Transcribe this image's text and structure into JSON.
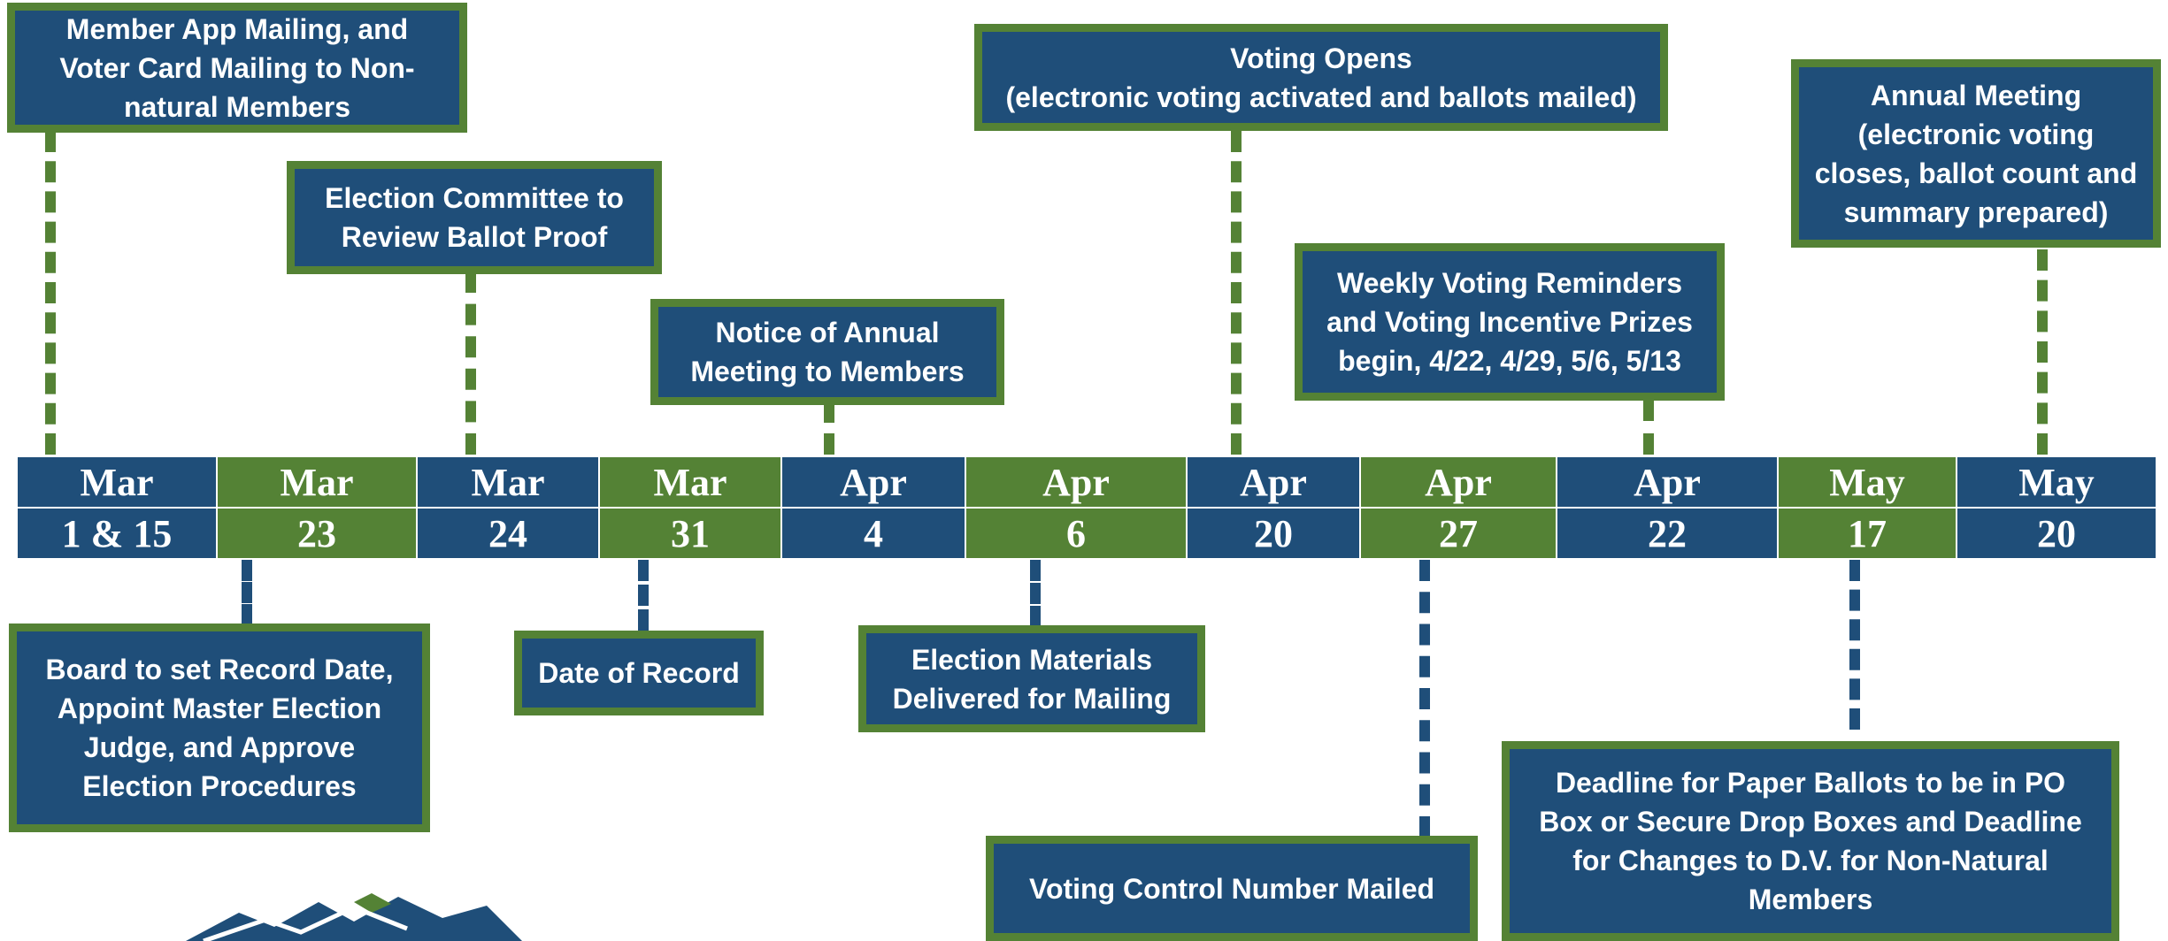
{
  "timeline": {
    "months": [
      "Mar",
      "Mar",
      "Mar",
      "Mar",
      "Apr",
      "Apr",
      "Apr",
      "Apr",
      "Apr",
      "May",
      "May"
    ],
    "days": [
      "1 & 15",
      "23",
      "24",
      "31",
      "4",
      "6",
      "20",
      "27",
      "22",
      "17",
      "20"
    ]
  },
  "events_above": [
    {
      "label": "Member App Mailing, and\nVoter Card Mailing to Non-\nnatural Members"
    },
    {
      "label": "Election Committee to\nReview Ballot Proof"
    },
    {
      "label": "Notice of Annual\nMeeting to Members"
    },
    {
      "label": "Voting Opens\n(electronic voting activated and ballots mailed)"
    },
    {
      "label": "Weekly Voting Reminders\nand Voting Incentive Prizes\nbegin, 4/22, 4/29, 5/6, 5/13"
    },
    {
      "label": "Annual Meeting\n(electronic voting\ncloses, ballot count and\nsummary prepared)"
    }
  ],
  "events_below": [
    {
      "label": "Board to set Record Date,\nAppoint Master Election\nJudge, and Approve\nElection Procedures"
    },
    {
      "label": "Date of Record"
    },
    {
      "label": "Election Materials\nDelivered for Mailing"
    },
    {
      "label": "Voting Control Number Mailed"
    },
    {
      "label": "Deadline for Paper Ballots to be in PO\nBox or Secure Drop Boxes  and Deadline\nfor Changes to D.V. for Non-Natural\nMembers"
    }
  ],
  "colors": {
    "blue": "#1f4e79",
    "green": "#548235"
  },
  "logo": {
    "icon": "mountain-logo-icon"
  }
}
